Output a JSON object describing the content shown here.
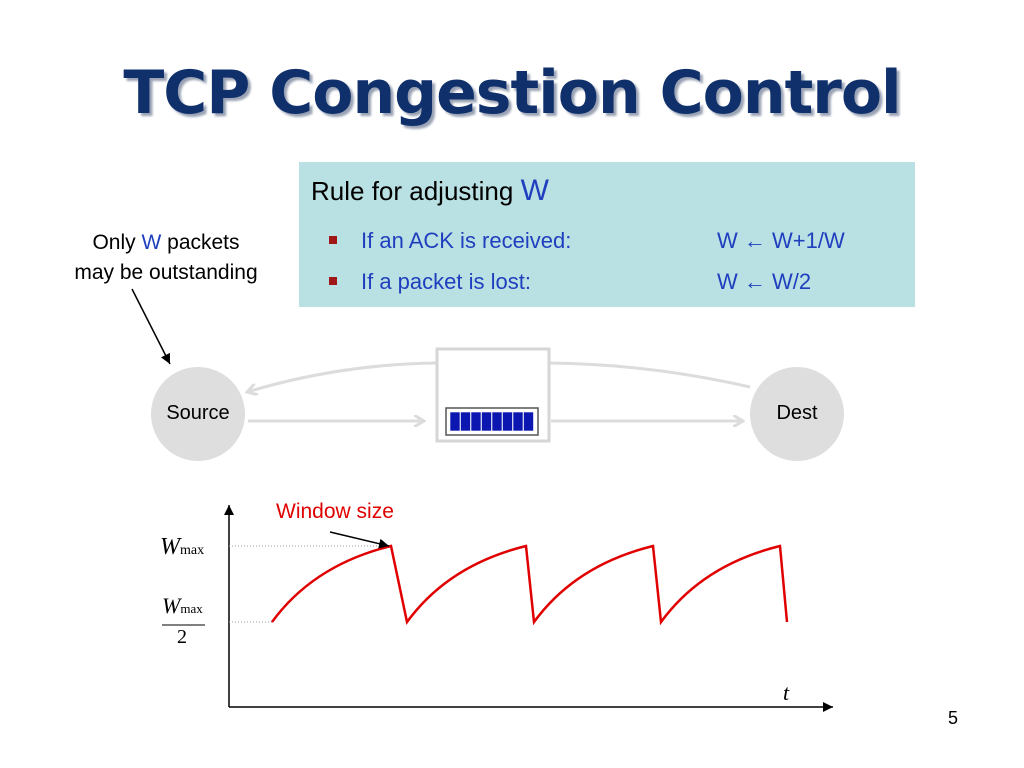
{
  "slide": {
    "title": "TCP Congestion Control",
    "page_number": "5"
  },
  "rule_box": {
    "heading": "Rule for adjusting ",
    "heading_var": "W",
    "rules": [
      {
        "condition": "If an ACK is received:",
        "formula": "W ← W+1/W"
      },
      {
        "condition": "If a packet is lost:",
        "formula": "W ← W/2"
      }
    ]
  },
  "note": {
    "line1_pre": "Only ",
    "line1_var": "W",
    "line1_post": " packets",
    "line2": "may be outstanding"
  },
  "network": {
    "source_label": "Source",
    "dest_label": "Dest",
    "queue_packets": 8
  },
  "colors": {
    "title": "#10306b",
    "accent_blue": "#1f3fbf",
    "box_fill": "#b9e0e2",
    "bullet": "#a01717",
    "window_curve": "#e00000",
    "node_fill": "#dedede",
    "link": "#dcdcdc"
  },
  "chart_data": {
    "type": "line",
    "series": [
      {
        "name": "Window size",
        "cycles": 4,
        "shape": "sawtooth",
        "min_label": "Wmax/2",
        "max_label": "Wmax"
      }
    ],
    "y_ticks": [
      {
        "label_main": "W",
        "label_sub": "max",
        "level": 1.0
      },
      {
        "label_main": "W",
        "label_sub": "max",
        "label_den": "2",
        "level": 0.5
      }
    ],
    "xlabel": "t",
    "annotation": "Window size"
  }
}
